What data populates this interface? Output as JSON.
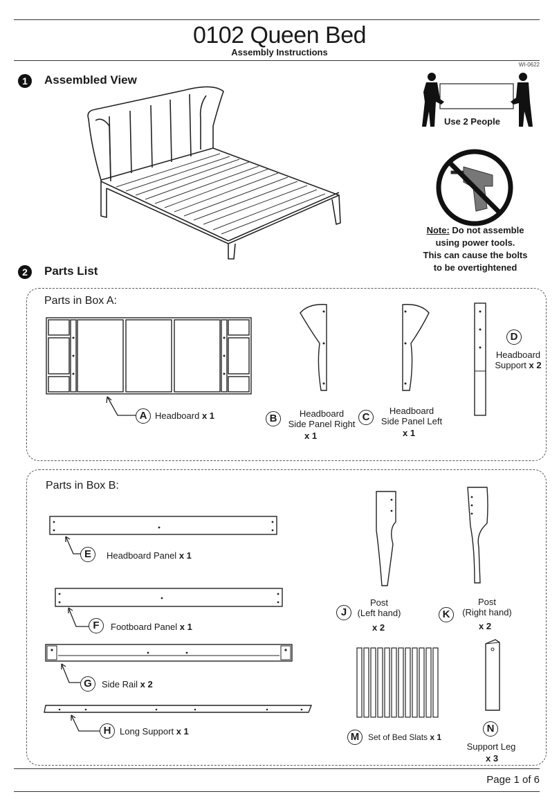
{
  "header": {
    "title": "0102 Queen Bed",
    "subtitle": "Assembly Instructions",
    "doc_code": "WI-0622"
  },
  "sections": [
    {
      "number": "1",
      "title": "Assembled View"
    },
    {
      "number": "2",
      "title": "Parts List"
    }
  ],
  "people_label": "Use 2 People",
  "note": {
    "heading": "Note:",
    "line1": "Do not assemble",
    "line2": "using power tools.",
    "line3": "This can cause the bolts",
    "line4": "to be overtightened"
  },
  "box_a": {
    "label": "Parts in Box A:",
    "parts": [
      {
        "letter": "A",
        "name": "Headboard",
        "qty": "x 1"
      },
      {
        "letter": "B",
        "name_line1": "Headboard",
        "name_line2": "Side Panel Right",
        "qty": "x 1"
      },
      {
        "letter": "C",
        "name_line1": "Headboard",
        "name_line2": "Side Panel Left",
        "qty": "x 1"
      },
      {
        "letter": "D",
        "name_line1": "Headboard",
        "name_line2": "Support",
        "qty": "x 2"
      }
    ]
  },
  "box_b": {
    "label": "Parts in Box B:",
    "parts": [
      {
        "letter": "E",
        "name": "Headboard Panel",
        "qty": "x 1"
      },
      {
        "letter": "F",
        "name": "Footboard Panel",
        "qty": "x 1"
      },
      {
        "letter": "G",
        "name": "Side Rail",
        "qty": "x 2"
      },
      {
        "letter": "H",
        "name": "Long Support",
        "qty": "x 1"
      },
      {
        "letter": "J",
        "name_line1": "Post",
        "name_line2": "(Left hand)",
        "qty": "x 2"
      },
      {
        "letter": "K",
        "name_line1": "Post",
        "name_line2": "(Right hand)",
        "qty": "x 2"
      },
      {
        "letter": "M",
        "name": "Set of Bed Slats",
        "qty": "x 1"
      },
      {
        "letter": "N",
        "name": "Support Leg",
        "qty": "x 3"
      }
    ]
  },
  "footer": {
    "page": "Page 1 of 6"
  }
}
